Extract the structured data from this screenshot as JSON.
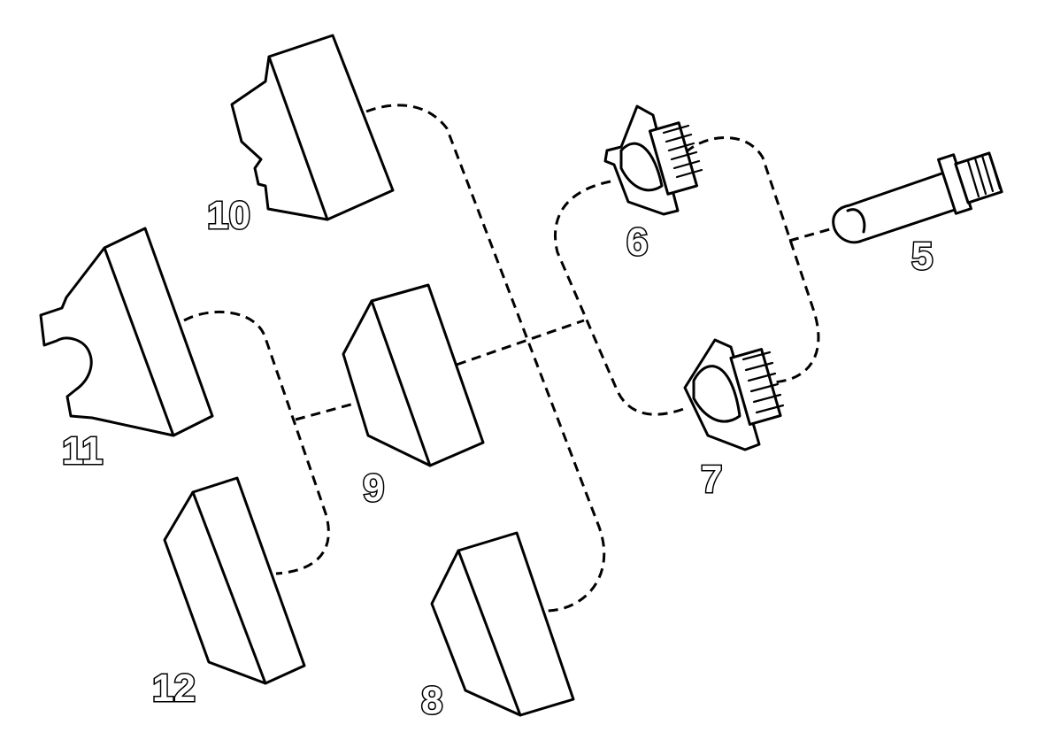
{
  "labels": {
    "part_5": "5",
    "part_6": "6",
    "part_7": "7",
    "part_8": "8",
    "part_9": "9",
    "part_10": "10",
    "part_11": "11",
    "part_12": "12"
  },
  "colors": {
    "line": "#000000",
    "background": "#ffffff"
  }
}
